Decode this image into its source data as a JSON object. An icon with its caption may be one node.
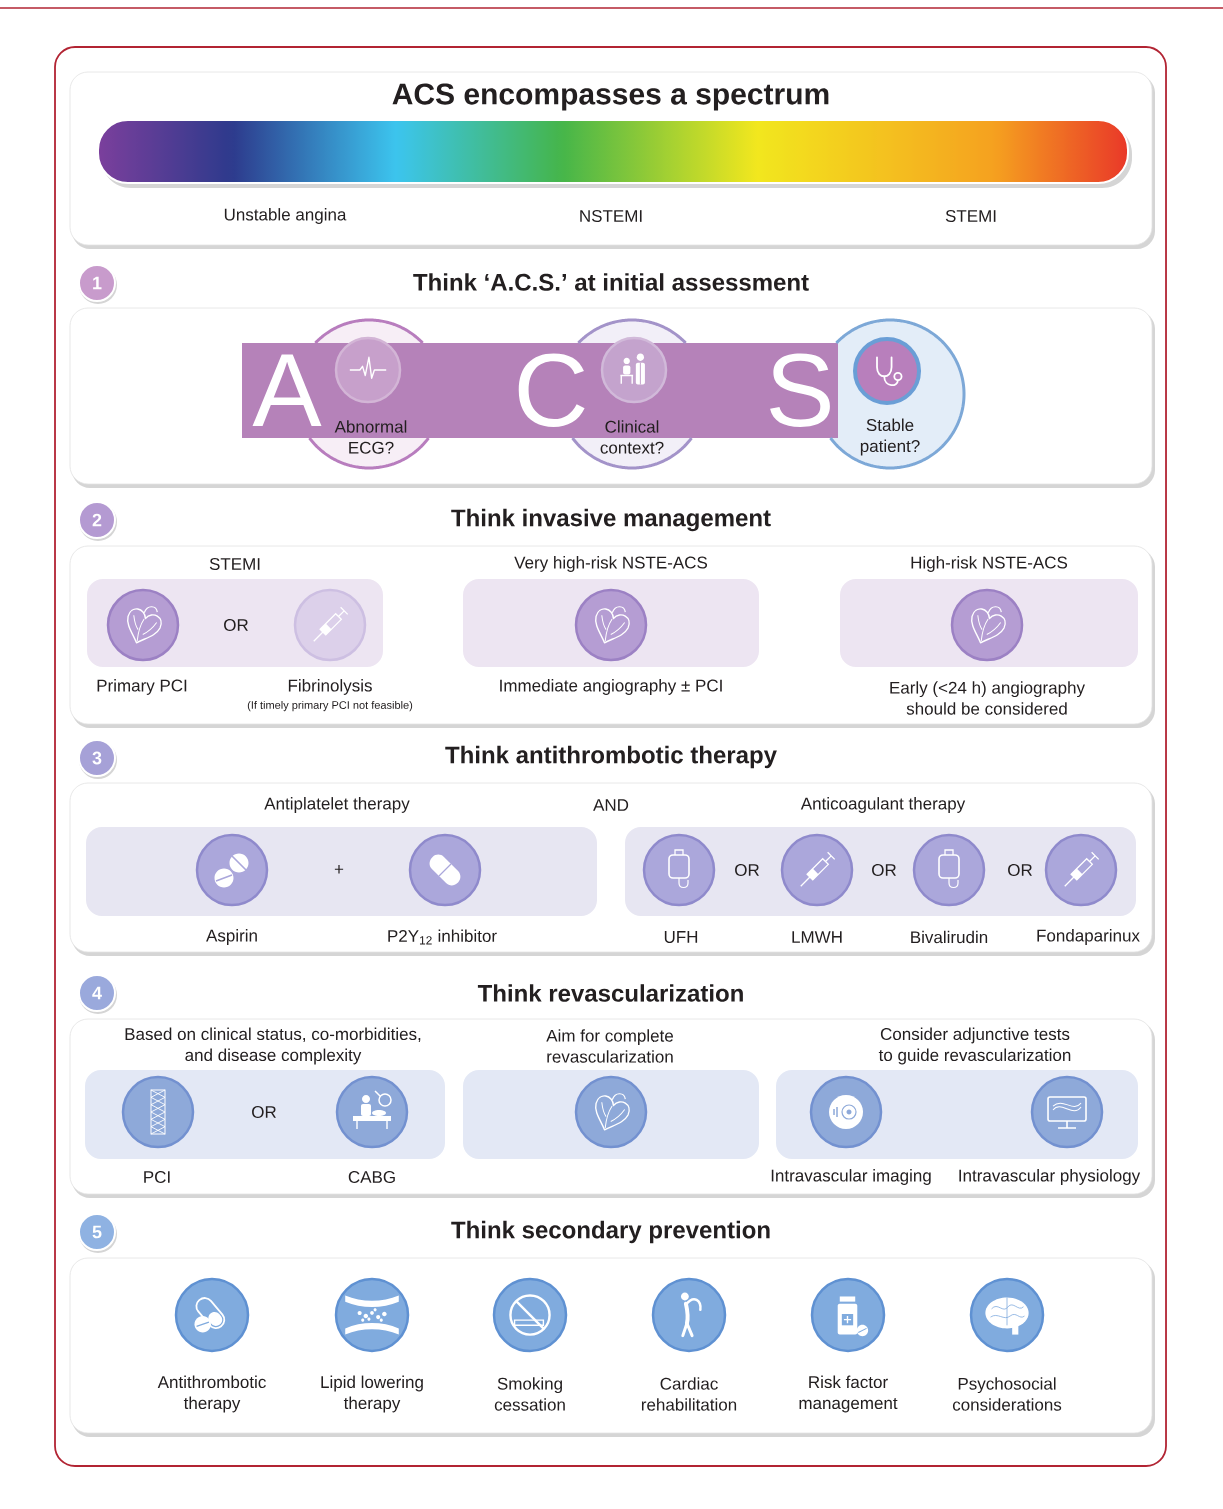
{
  "diagram": {
    "nodes": [
      {
        "text": [
          "ACS encompasses a spectrum",
          "Unstable angina",
          "NSTEMI",
          "STEMI"
        ]
      },
      {
        "text": [
          "1"
        ]
      },
      {
        "text": [
          "Think ‘A.C.S.’ at initial assessment"
        ]
      },
      {
        "text": [
          "A",
          "C",
          "S"
        ],
        "in": 2
      },
      {
        "text": [
          "Abnormal ECG?"
        ],
        "in": 2
      },
      {
        "text": [
          "Clinical context?"
        ],
        "in": 2
      },
      {
        "text": [
          "Stable patient?"
        ],
        "in": 2
      },
      {
        "text": [
          "2"
        ]
      },
      {
        "text": [
          "Think invasive management"
        ]
      },
      {
        "text": [
          "STEMI",
          "OR"
        ],
        "beside": [
          "Primary PCI",
          "Fibrinolysis",
          "(If timely primary PCI not feasible)"
        ],
        "in": 8
      },
      {
        "text": [
          "Very high-risk NSTE-ACS"
        ],
        "beside": [
          "Immediate angiography ± PCI"
        ],
        "in": 8
      },
      {
        "text": [
          "High-risk NSTE-ACS"
        ],
        "beside": [
          "Early (<24 h) angiography should be considered"
        ],
        "in": 8
      },
      {
        "text": [
          "3"
        ]
      },
      {
        "text": [
          "Think antithrombotic therapy",
          "AND"
        ]
      },
      {
        "text": [
          "Antiplatelet therapy",
          "+"
        ],
        "beside": [
          "Aspirin",
          "P2Y$_{12}$ inhibitor"
        ],
        "in": 13
      },
      {
        "text": [
          "Anticoagulant therapy",
          "OR",
          "OR",
          "OR"
        ],
        "beside": [
          "UFH",
          "LMWH",
          "Bivalirudin",
          "Fondaparinux"
        ],
        "in": 13
      },
      {
        "text": [
          "4"
        ]
      },
      {
        "text": [
          "Think revascularization"
        ]
      },
      {
        "text": [
          "Based on clinical status, co-morbidities, and disease complexity",
          "OR"
        ],
        "beside": [
          "PCI",
          "CABG"
        ],
        "in": 17
      },
      {
        "text": [
          "Aim for complete revascularization"
        ],
        "in": 17
      },
      {
        "text": [
          "Consider adjunctive tests to guide revascularization"
        ],
        "beside": [
          "Intravascular imaging",
          "Intravascular physiology"
        ],
        "in": 17
      },
      {
        "text": [
          "5"
        ]
      },
      {
        "text": [
          "Think secondary prevention",
          "Antithrombotic therapy",
          "Lipid lowering therapy",
          "Smoking cessation",
          "Cardiac rehabilitation",
          "Risk factor management",
          "Psychosocial considerations"
        ]
      }
    ]
  }
}
